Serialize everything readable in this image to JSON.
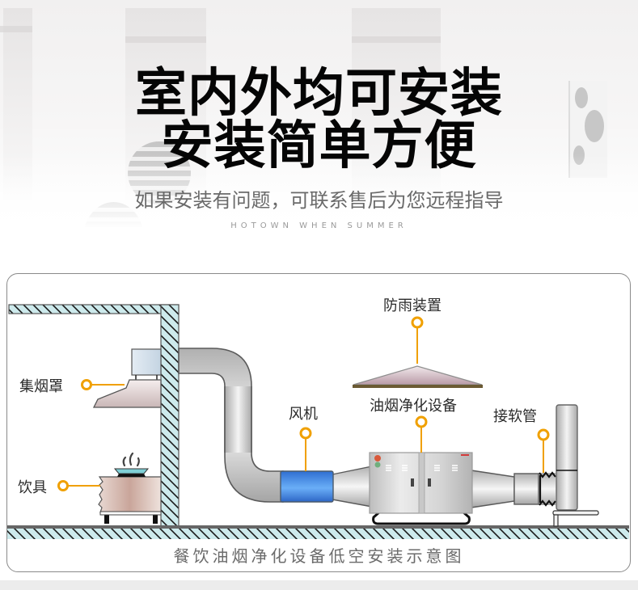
{
  "hero": {
    "title_line1": "室内外均可安装",
    "title_line2": "安装简单方便",
    "subtitle": "如果安装有问题，可联系售后为您远程指导",
    "tagline": "HOTOWN WHEN SUMMER"
  },
  "diagram": {
    "caption": "餐饮油烟净化设备低空安装示意图",
    "labels": {
      "hood": "集烟罩",
      "stove": "饮具",
      "fan": "风机",
      "rain_cover": "防雨装置",
      "purifier": "油烟净化设备",
      "flex_pipe": "接软管"
    },
    "colors": {
      "callout": "#f0a000",
      "wall_fill": "#cdeaec",
      "fan_blue": "#3a7fe0",
      "outline": "#555555"
    }
  }
}
